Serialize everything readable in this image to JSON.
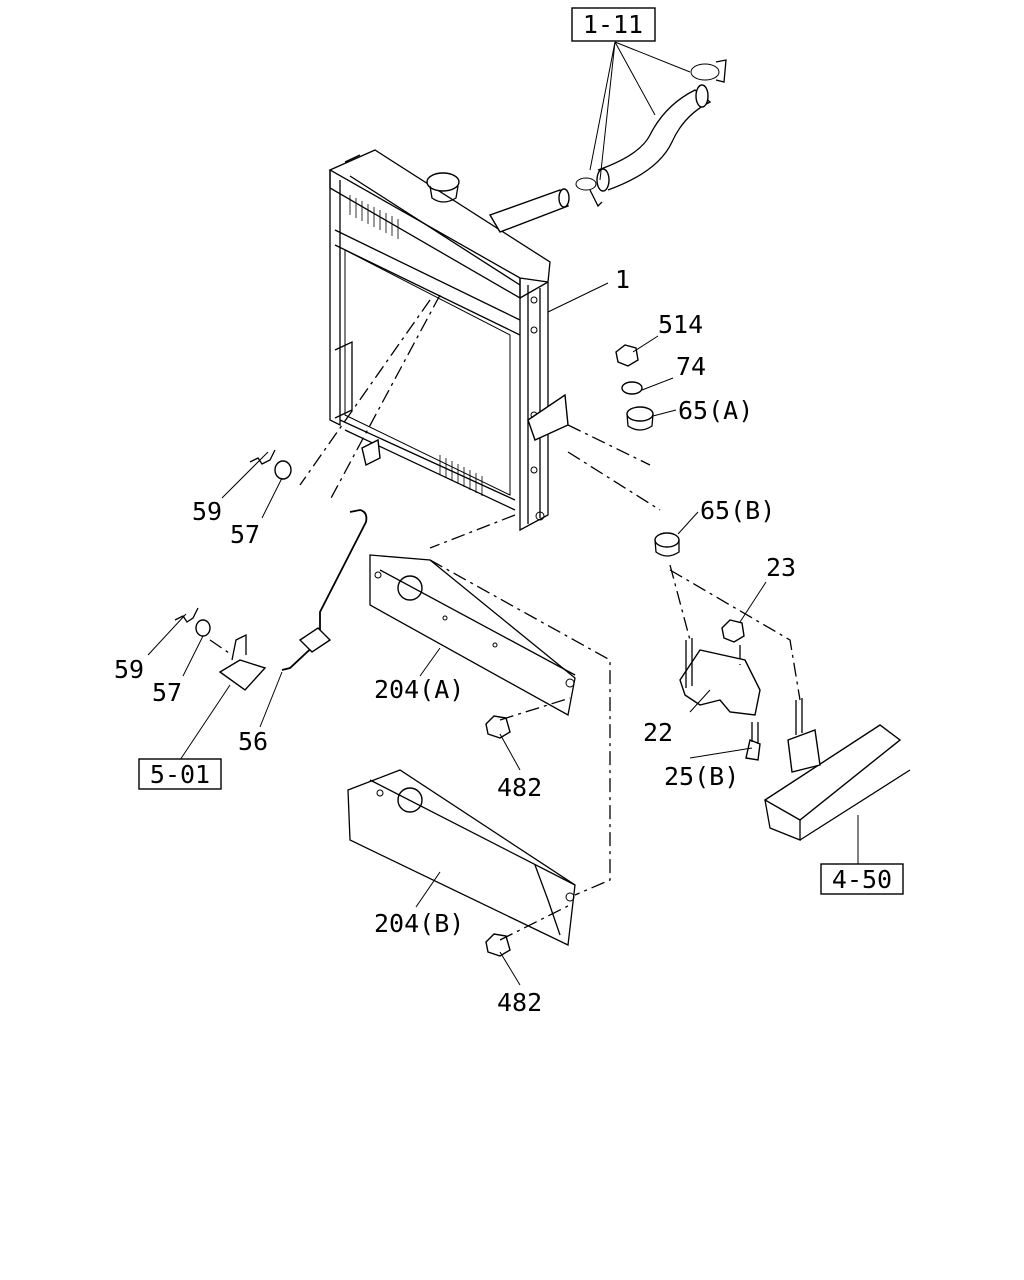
{
  "refs": {
    "r1_11": "1-11",
    "r5_01": "5-01",
    "r4_50": "4-50"
  },
  "labels": {
    "l1": "1",
    "l514": "514",
    "l74": "74",
    "l65a": "65(A)",
    "l65b": "65(B)",
    "l23": "23",
    "l22": "22",
    "l25b": "25(B)",
    "l59a": "59",
    "l57a": "57",
    "l59b": "59",
    "l57b": "57",
    "l56": "56",
    "l204a": "204(A)",
    "l482a": "482",
    "l204b": "204(B)",
    "l482b": "482"
  }
}
